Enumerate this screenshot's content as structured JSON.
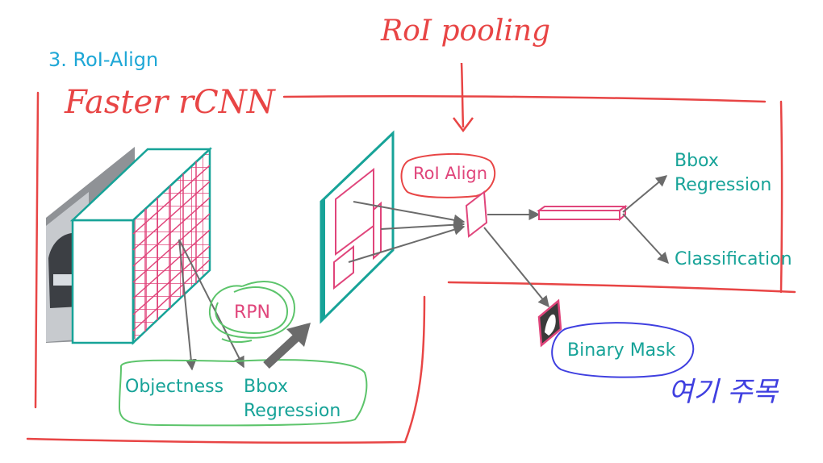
{
  "heading": "3. RoI-Align",
  "annotations": {
    "faster_rcnn": "Faster rCNN",
    "roi_pooling": "RoI pooling",
    "handwritten_note": "여기 주목"
  },
  "labels": {
    "roi_align": "RoI Align",
    "rpn": "RPN",
    "objectness": "Objectness",
    "rpn_bbox_1": "Bbox",
    "rpn_bbox_2": "Regression",
    "head_bbox_1": "Bbox",
    "head_bbox_2": "Regression",
    "classification": "Classification",
    "binary_mask": "Binary Mask"
  },
  "colors": {
    "heading": "#1ea7d6",
    "teal": "#17a398",
    "pink": "#e0457b",
    "red": "#e84545",
    "green": "#5cc46b",
    "blue": "#3f3fe0",
    "arrow": "#6b6b6b"
  }
}
